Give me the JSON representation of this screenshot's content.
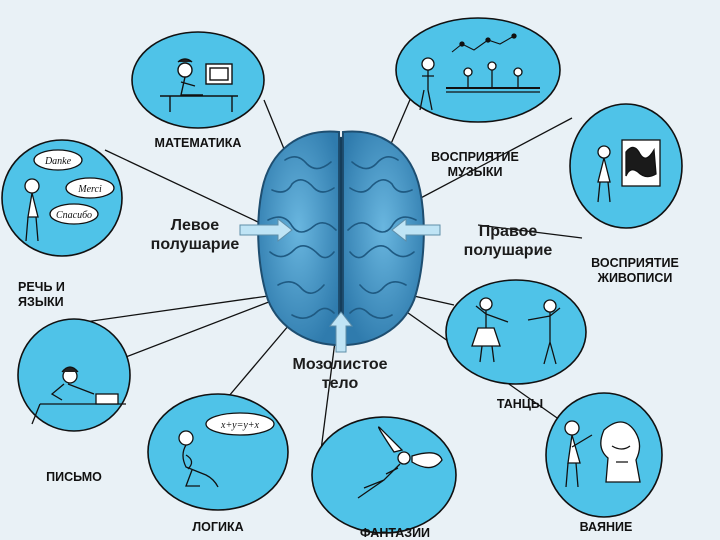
{
  "diagram": {
    "center": {
      "left_hemisphere": "Левое\nполушарие",
      "right_hemisphere": "Правое\nполушарие",
      "corpus_callosum": "Мозолистое\nтело"
    },
    "nodes": [
      {
        "id": "math",
        "label": "МАТЕМАТИКА",
        "icon": "person-at-computer-icon"
      },
      {
        "id": "music",
        "label": "ВОСПРИЯТИЕ\nМУЗЫКИ",
        "icon": "orchestra-icon"
      },
      {
        "id": "painting",
        "label": "ВОСПРИЯТИЕ\nЖИВОПИСИ",
        "icon": "person-viewing-painting-icon"
      },
      {
        "id": "speech",
        "label": "РЕЧЬ И\nЯЗЫКИ",
        "icon": "person-speaking-icon"
      },
      {
        "id": "dance",
        "label": "ТАНЦЫ",
        "icon": "dancing-couple-icon"
      },
      {
        "id": "writing",
        "label": "ПИСЬМО",
        "icon": "person-writing-icon"
      },
      {
        "id": "logic",
        "label": "ЛОГИКА",
        "icon": "thinker-icon"
      },
      {
        "id": "fantasy",
        "label": "ФАНТАЗИИ",
        "icon": "flying-fairy-icon"
      },
      {
        "id": "sculpture",
        "label": "ВАЯНИЕ",
        "icon": "sculptor-icon"
      }
    ],
    "speech_bubbles": [
      "Danke",
      "Merci",
      "Спасибо"
    ],
    "logic_bubble": "x+y=y+x"
  },
  "colors": {
    "background": "#e9f1f6",
    "circle_fill": "#4fc3e8",
    "brain_fill": "#3f8fc0",
    "brain_outline": "#1e4e70",
    "line": "#111111",
    "arrow": "#bfe4f5"
  }
}
